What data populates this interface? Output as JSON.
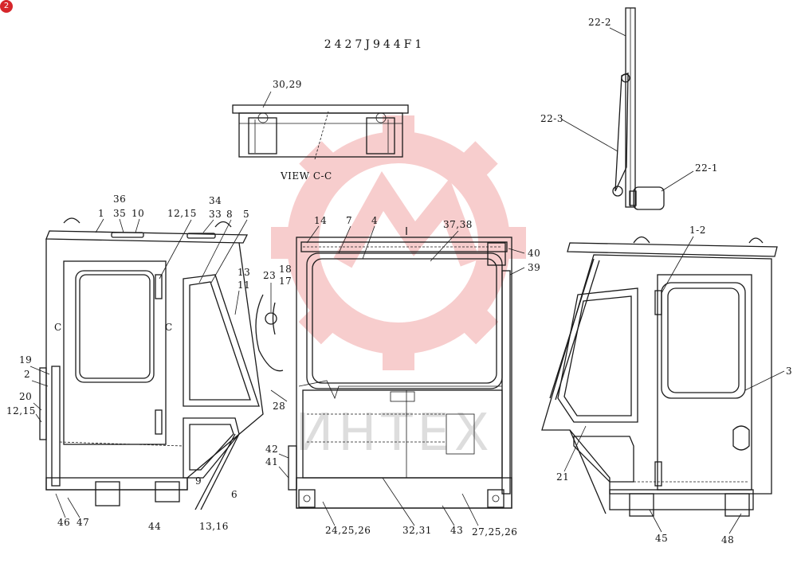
{
  "badge": "2",
  "drawing_title": "2427J944F1",
  "view_label": "VIEW C-C",
  "watermark_text": "ИНТЕХ",
  "colors": {
    "line": "#1a1a1a",
    "watermark": "#f2a6a6",
    "badge": "#d6262b"
  },
  "labels": {
    "l30_29": "30,29",
    "l22_2": "22-2",
    "l22_3": "22-3",
    "l22_1": "22-1",
    "l36": "36",
    "l1": "1",
    "l35": "35",
    "l10": "10",
    "l34": "34",
    "l12_15a": "12,15",
    "l33": "33",
    "l8": "8",
    "l5": "5",
    "l14": "14",
    "l7": "7",
    "l4": "4",
    "l37_38": "37,38",
    "l40": "40",
    "l39": "39",
    "l1_2": "1-2",
    "l13": "13",
    "l11": "11",
    "l18": "18",
    "l23": "23",
    "l17": "17",
    "lCa": "C",
    "lCb": "C",
    "l19": "19",
    "l2": "2",
    "l20": "20",
    "l12_15b": "12,15",
    "l3": "3",
    "l28": "28",
    "l42": "42",
    "l41": "41",
    "l9": "9",
    "l6": "6",
    "l21": "21",
    "l46": "46",
    "l47": "47",
    "l44": "44",
    "l13_16": "13,16",
    "l24_25_26": "24,25,26",
    "l32_31": "32,31",
    "l43": "43",
    "l27_25_26": "27,25,26",
    "l45": "45",
    "l48": "48"
  }
}
